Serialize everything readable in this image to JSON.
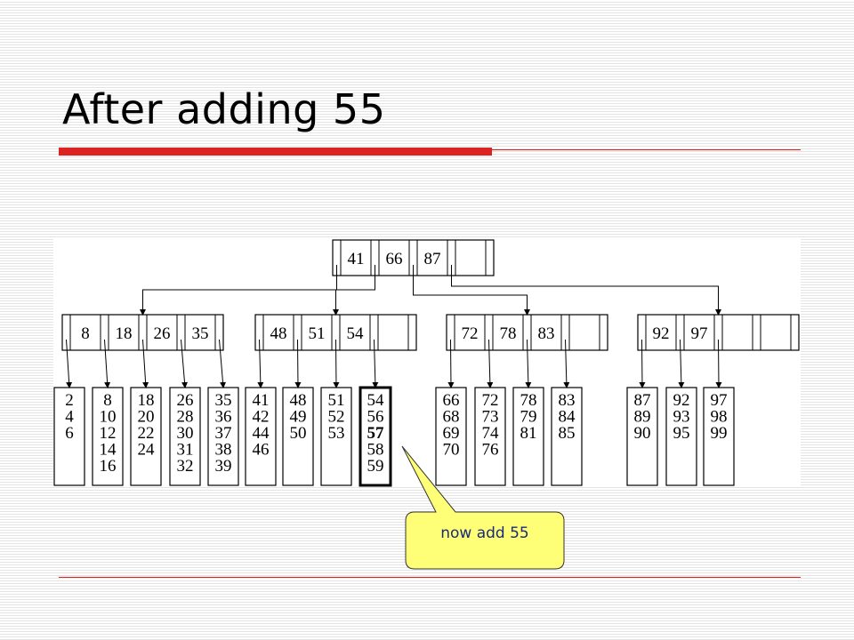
{
  "slide": {
    "title": "After adding 55",
    "callout": "now add 55"
  },
  "tree": {
    "root_keys": [
      "41",
      "66",
      "87"
    ],
    "internal_nodes": [
      [
        "8",
        "18",
        "26",
        "35"
      ],
      [
        "48",
        "51",
        "54"
      ],
      [
        "72",
        "78",
        "83"
      ],
      [
        "92",
        "97"
      ]
    ],
    "leaves": [
      [
        "2",
        "4",
        "6"
      ],
      [
        "8",
        "10",
        "12",
        "14",
        "16"
      ],
      [
        "18",
        "20",
        "22",
        "24"
      ],
      [
        "26",
        "28",
        "30",
        "31",
        "32"
      ],
      [
        "35",
        "36",
        "37",
        "38",
        "39"
      ],
      [
        "41",
        "42",
        "44",
        "46"
      ],
      [
        "48",
        "49",
        "50"
      ],
      [
        "51",
        "52",
        "53"
      ],
      [
        "54",
        "56",
        "57",
        "58",
        "59"
      ],
      [
        "66",
        "68",
        "69",
        "70"
      ],
      [
        "72",
        "73",
        "74",
        "76"
      ],
      [
        "78",
        "79",
        "81"
      ],
      [
        "83",
        "84",
        "85"
      ],
      [
        "87",
        "89",
        "90"
      ],
      [
        "92",
        "93",
        "95"
      ],
      [
        "97",
        "98",
        "99"
      ]
    ],
    "highlighted_leaf_index": 8,
    "bold_value": "57"
  },
  "colors": {
    "accent_red": "#dd2222",
    "callout_fill": "#ffff77",
    "callout_text": "#1a2a7a"
  }
}
